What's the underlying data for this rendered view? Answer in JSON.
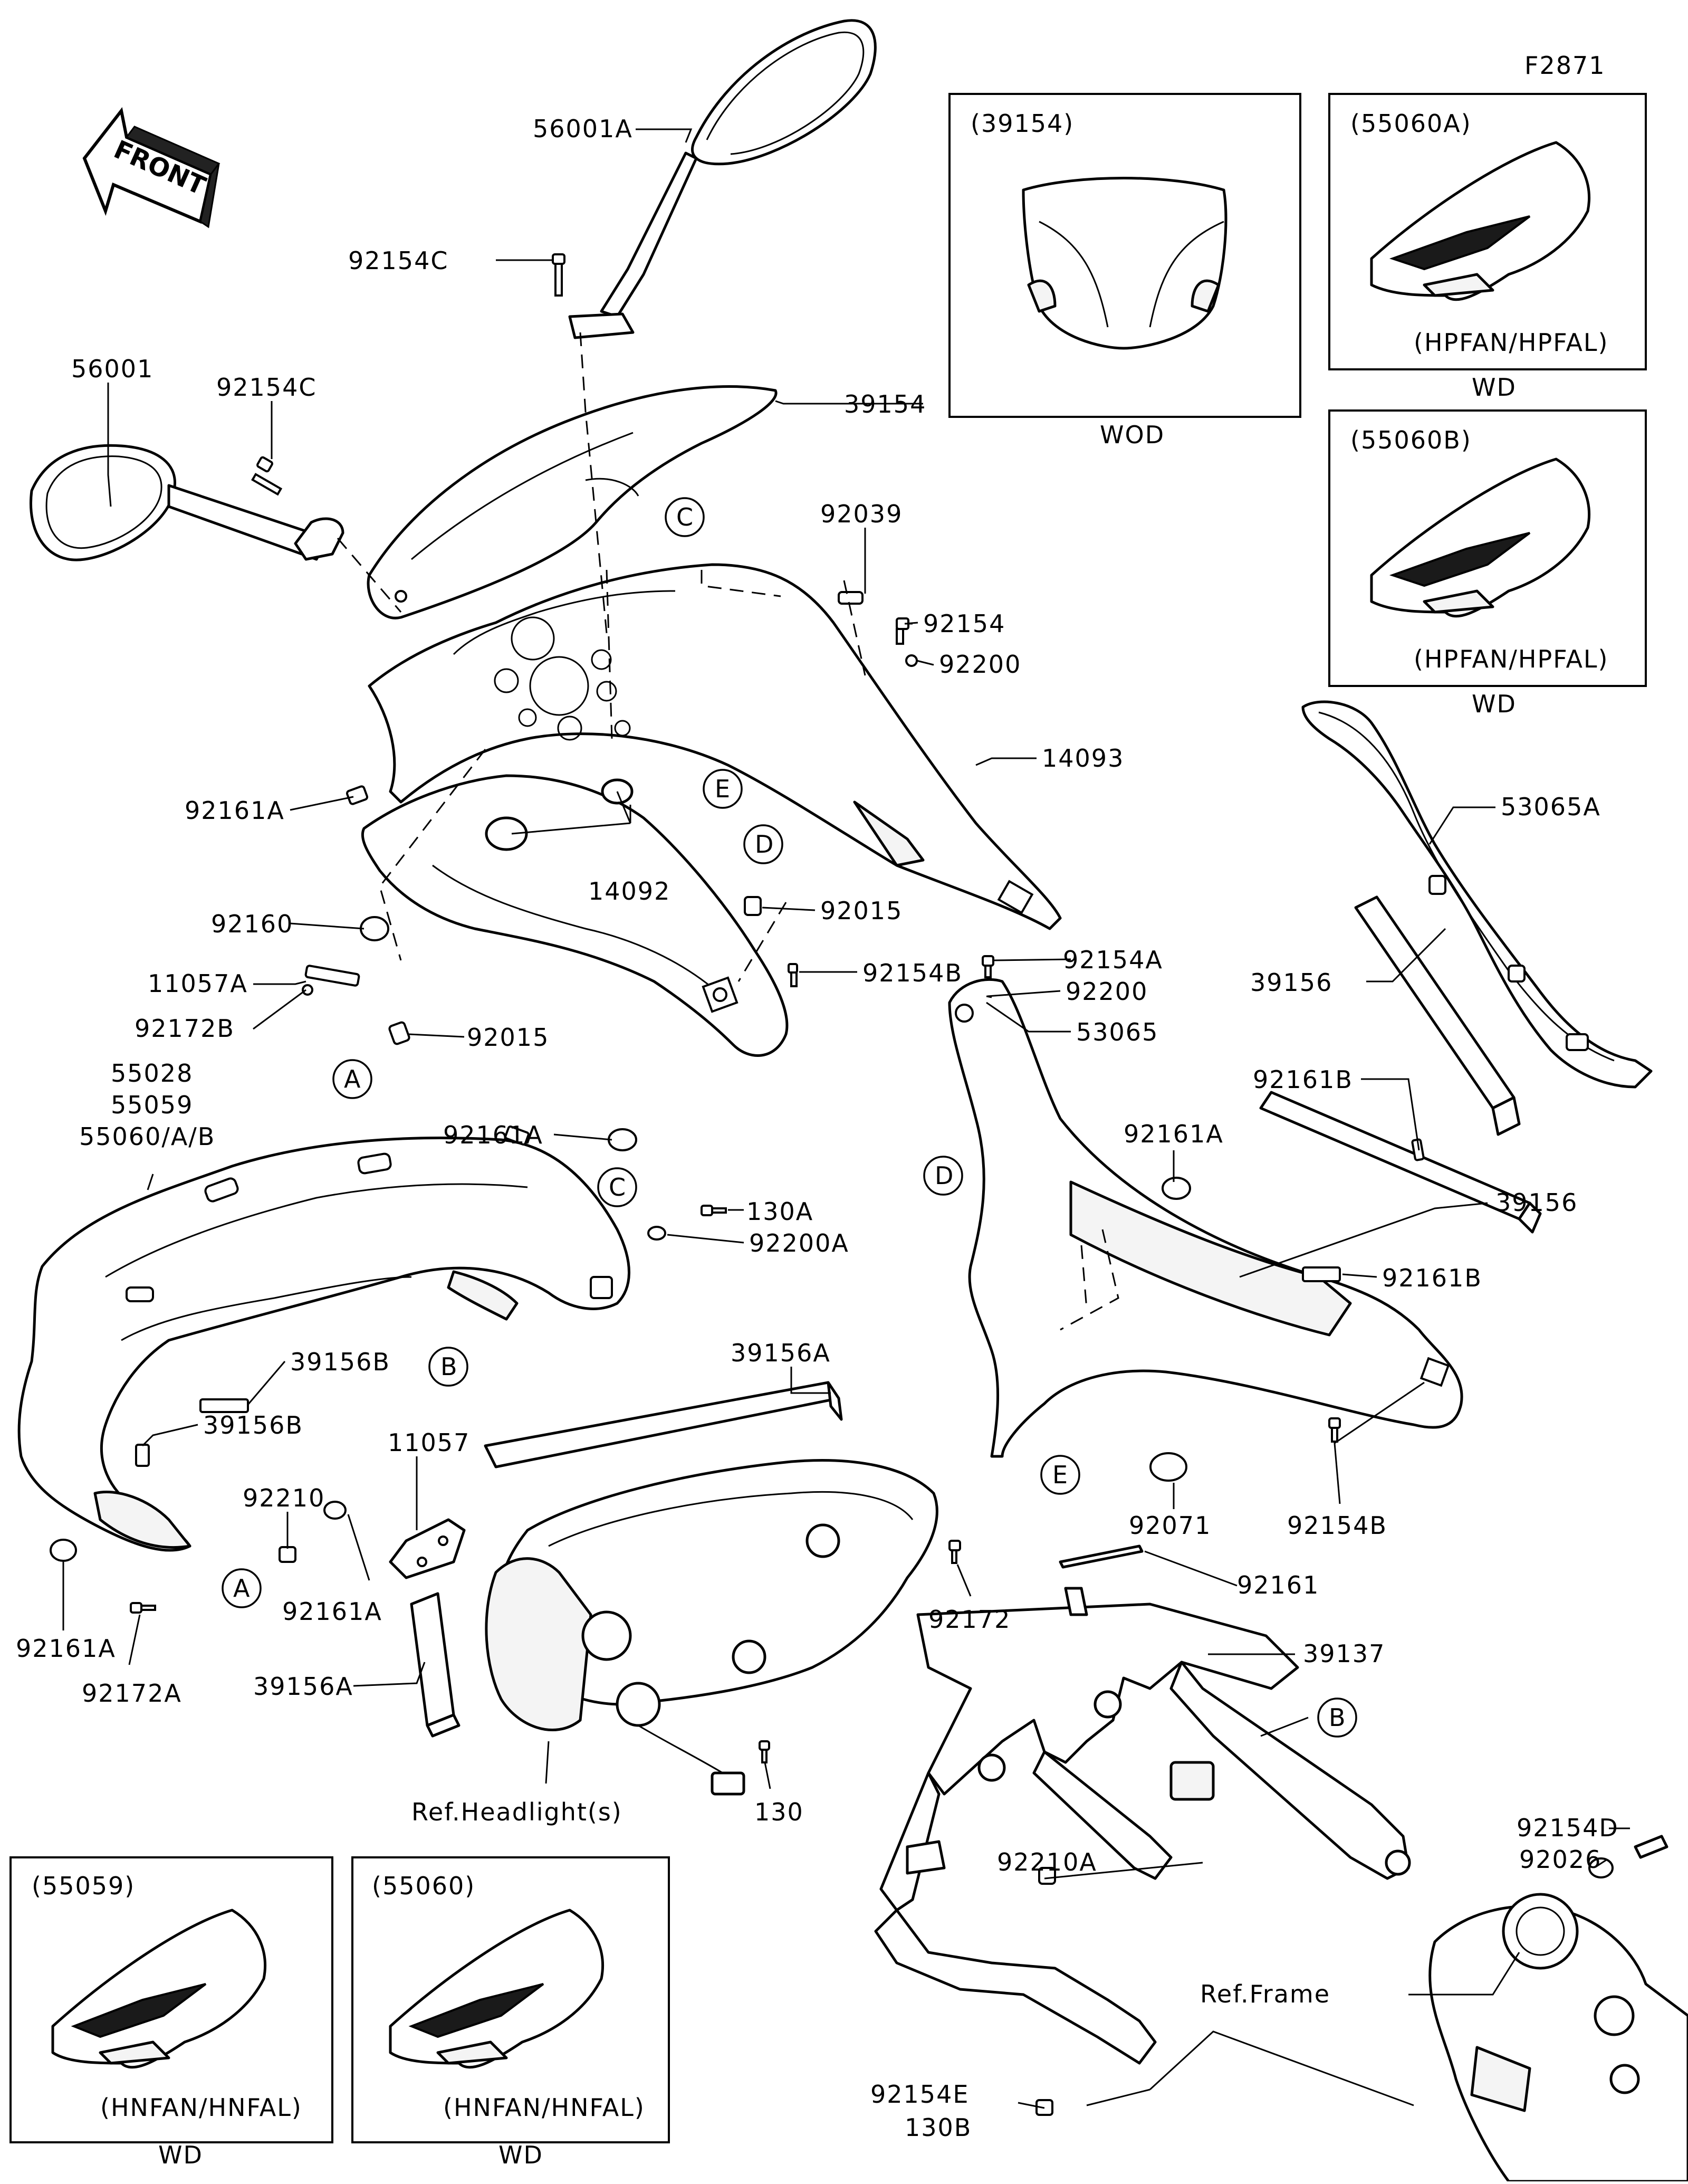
{
  "figure_id": "F2871",
  "front_label": "FRONT",
  "parts": {
    "p56001A": "56001A",
    "p92154C_top": "92154C",
    "p56001": "56001",
    "p92154C_left": "92154C",
    "p39154": "39154",
    "p92039": "92039",
    "p92154": "92154",
    "p92200": "92200",
    "p14093": "14093",
    "p92161A_upper": "92161A",
    "p14092": "14092",
    "p92160": "92160",
    "p11057A": "11057A",
    "p92172B": "92172B",
    "p92015_right": "92015",
    "p92015_left": "92015",
    "p92154B_mid": "92154B",
    "p92161A_mid": "92161A",
    "p92154A": "92154A",
    "p92200_right": "92200",
    "p53065": "53065",
    "p53065A": "53065A",
    "p39156_left": "39156",
    "p92161B_upper": "92161B",
    "p92161A_right": "92161A",
    "p39156_right": "39156",
    "p92161B_lower": "92161B",
    "p55028": "55028",
    "p55059": "55059",
    "p55060AB": "55060/A/B",
    "p130A": "130A",
    "p92200A": "92200A",
    "p39156A_top": "39156A",
    "p39156B_1": "39156B",
    "p39156B_2": "39156B",
    "p92210": "92210",
    "p11057": "11057",
    "p92161A_bottom": "92161A",
    "p92161A_far": "92161A",
    "p92172A": "92172A",
    "p39156A_bottom": "39156A",
    "p92172": "92172",
    "p130": "130",
    "p92071": "92071",
    "p92154B_low": "92154B",
    "p92161": "92161",
    "p39137": "39137",
    "p92154D": "92154D",
    "p92026": "92026",
    "p92210A": "92210A",
    "p92154E": "92154E",
    "p130B": "130B"
  },
  "refs": {
    "headlight": "Ref.Headlight(s)",
    "frame": "Ref.Frame"
  },
  "callouts": {
    "A": "A",
    "B": "B",
    "C": "C",
    "D": "D",
    "E": "E"
  },
  "insets": [
    {
      "code": "(39154)",
      "variant": "",
      "market": "WOD"
    },
    {
      "code": "(55060A)",
      "variant": "(HPFAN/HPFAL)",
      "market": "WD"
    },
    {
      "code": "(55060B)",
      "variant": "(HPFAN/HPFAL)",
      "market": "WD"
    },
    {
      "code": "(55059)",
      "variant": "(HNFAN/HNFAL)",
      "market": "WD"
    },
    {
      "code": "(55060)",
      "variant": "(HNFAN/HNFAL)",
      "market": "WD"
    }
  ]
}
